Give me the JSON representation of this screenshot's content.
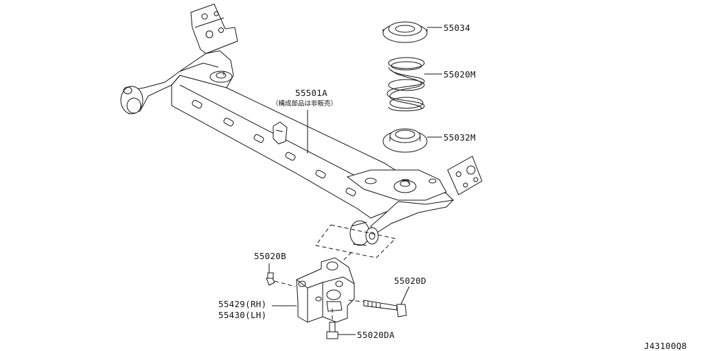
{
  "labels": {
    "part_55034": "55034",
    "part_55020M": "55020M",
    "part_55032M": "55032M",
    "part_55501A": "55501A",
    "part_55501A_note": "（構成部品は非販売）",
    "part_55020B": "55020B",
    "part_55020D": "55020D",
    "part_55429": "55429(RH)",
    "part_55430": "55430(LH)",
    "part_55020DA": "55020DA",
    "diagram_code": "J43100Q8"
  }
}
